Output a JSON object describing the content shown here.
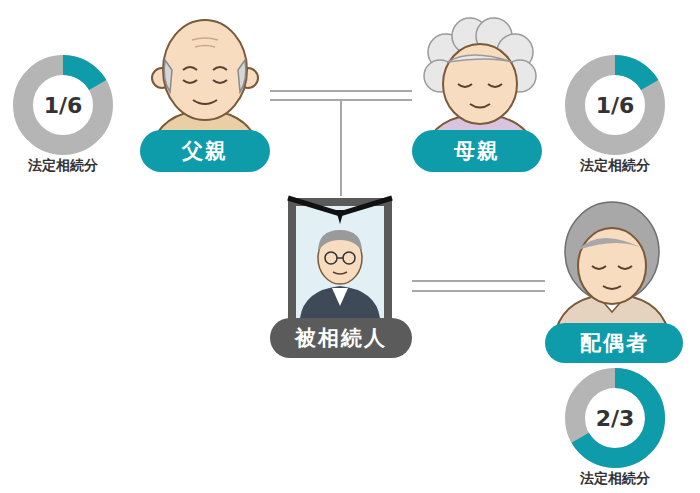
{
  "diagram": {
    "nodes": [
      {
        "text": [
          "1/6",
          "法定相続分"
        ]
      },
      {
        "text": [
          "父親"
        ]
      },
      {
        "text": [
          "母親"
        ]
      },
      {
        "text": [
          "1/6",
          "法定相続分"
        ]
      },
      {
        "text": [
          "被相続人"
        ]
      },
      {
        "text": [
          "配偶者"
        ]
      },
      {
        "text": [
          "2/3",
          "法定相続分"
        ]
      }
    ],
    "edges": [
      {
        "from": 1,
        "to": 2,
        "arrow": "none"
      },
      {
        "from": 1,
        "to": 4,
        "arrow": "none"
      },
      {
        "from": 2,
        "to": 4,
        "arrow": "none"
      },
      {
        "from": 4,
        "to": 5,
        "arrow": "none"
      }
    ]
  }
}
